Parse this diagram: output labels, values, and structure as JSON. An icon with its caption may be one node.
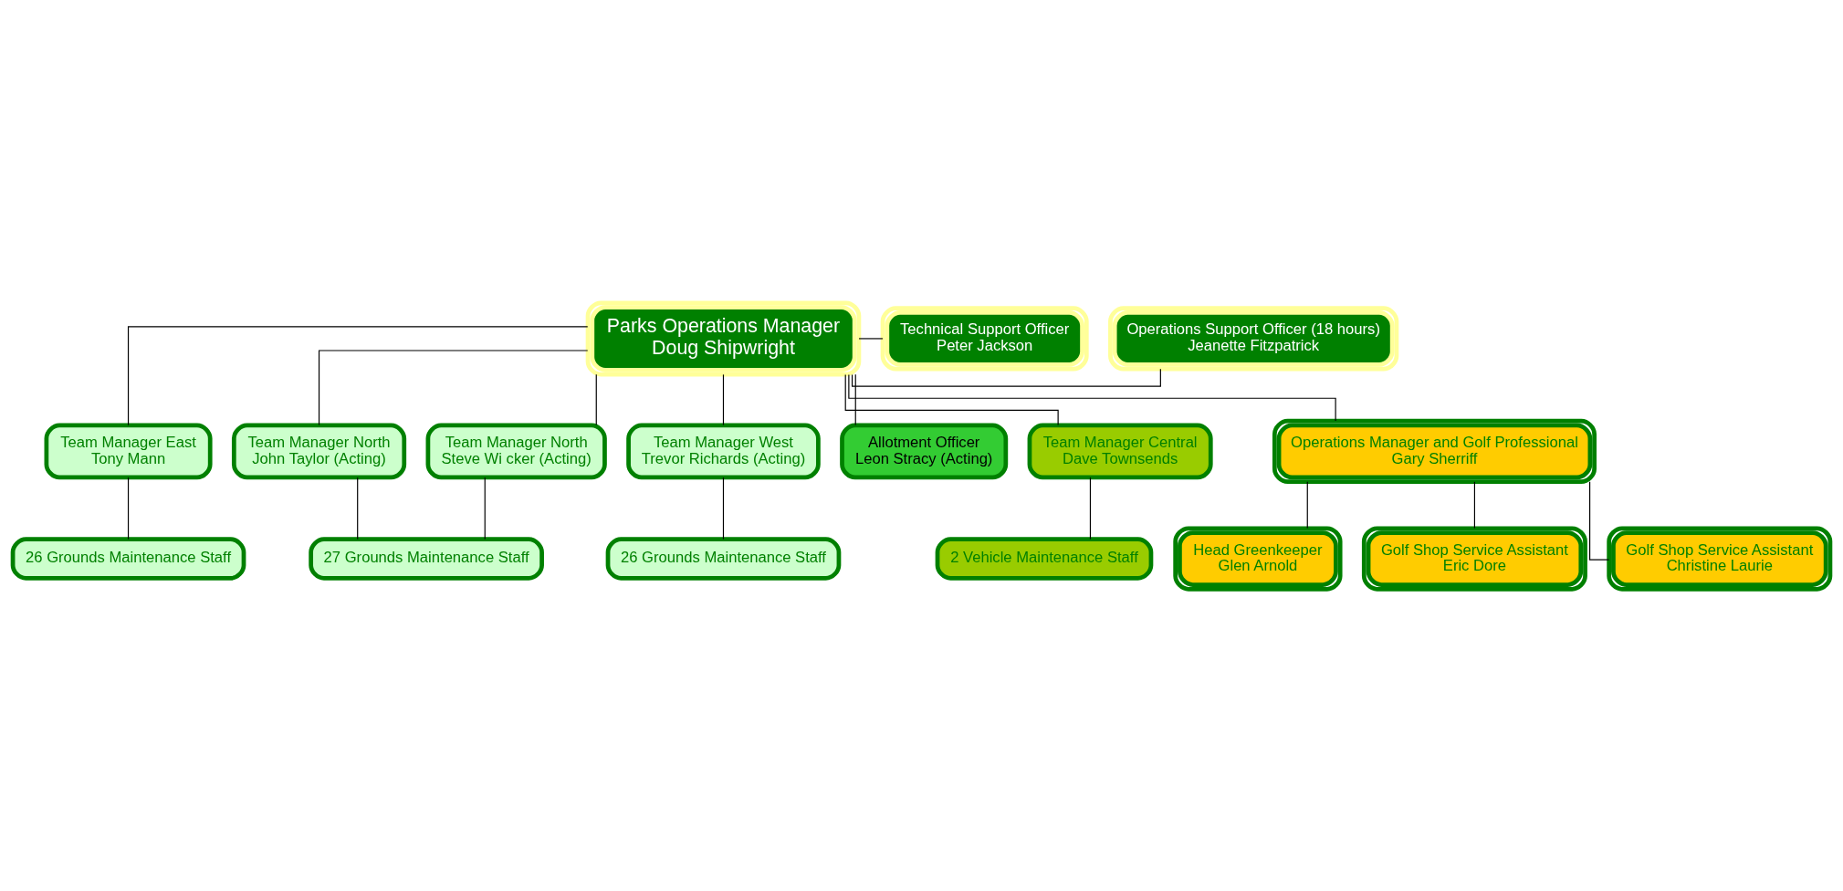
{
  "diagram": {
    "nodes": [
      {
        "text": [
          "Operations Support Officer (18 hours)",
          "Jeanette Fitzpatrick"
        ]
      },
      {
        "text": [
          "Parks Operations Manager",
          "Doug Shipwright"
        ]
      },
      {
        "text": [
          "Technical Support Officer",
          "Peter Jackson"
        ]
      },
      {
        "text": [
          "Team Manager East",
          "Tony Mann"
        ]
      },
      {
        "text": [
          "Team Manager North",
          "John Taylor (Acting)"
        ]
      },
      {
        "text": [
          "Team Manager North",
          "Steve Wi cker (Acting)"
        ]
      },
      {
        "text": [
          "Team Manager West",
          "Trevor Richards (Acting)"
        ]
      },
      {
        "text": [
          "Allotment Officer",
          "Leon Stracy (Acting)"
        ]
      },
      {
        "text": [
          "Team Manager Central",
          "Dave Townsends"
        ]
      },
      {
        "text": [
          "26 Grounds Maintenance Staff"
        ]
      },
      {
        "text": [
          "27 Grounds Maintenance Staff"
        ]
      },
      {
        "text": [
          "26 Grounds Maintenance Staff"
        ]
      },
      {
        "text": [
          "Operations Manager and Golf Professional",
          "Gary Sherriff"
        ]
      },
      {
        "text": [
          "2 Vehicle Maintenance Staff"
        ]
      },
      {
        "text": [
          "Head Greenkeeper",
          "Glen Arnold"
        ]
      },
      {
        "text": [
          "Golf Shop Service Assistant",
          "Eric Dore"
        ]
      },
      {
        "text": [
          "Golf Shop Service Assistant",
          "Christine Laurie"
        ]
      }
    ],
    "edges": [
      {
        "from": 1,
        "to": 0,
        "arrow": "none"
      },
      {
        "from": 1,
        "to": 2,
        "arrow": "none"
      },
      {
        "from": 1,
        "to": 3,
        "arrow": "none"
      },
      {
        "from": 1,
        "to": 4,
        "arrow": "none"
      },
      {
        "from": 1,
        "to": 5,
        "arrow": "none"
      },
      {
        "from": 1,
        "to": 6,
        "arrow": "none"
      },
      {
        "from": 1,
        "to": 7,
        "arrow": "none"
      },
      {
        "from": 1,
        "to": 12,
        "arrow": "none"
      },
      {
        "from": 1,
        "to": 8,
        "arrow": "none"
      },
      {
        "from": 3,
        "to": 9,
        "arrow": "none"
      },
      {
        "from": 4,
        "to": 10,
        "arrow": "none"
      },
      {
        "from": 5,
        "to": 10,
        "arrow": "none"
      },
      {
        "from": 6,
        "to": 11,
        "arrow": "none"
      },
      {
        "from": 8,
        "to": 13,
        "arrow": "none"
      },
      {
        "from": 12,
        "to": 14,
        "arrow": "none"
      },
      {
        "from": 12,
        "to": 15,
        "arrow": "none"
      },
      {
        "from": 12,
        "to": 16,
        "arrow": "none"
      }
    ]
  }
}
